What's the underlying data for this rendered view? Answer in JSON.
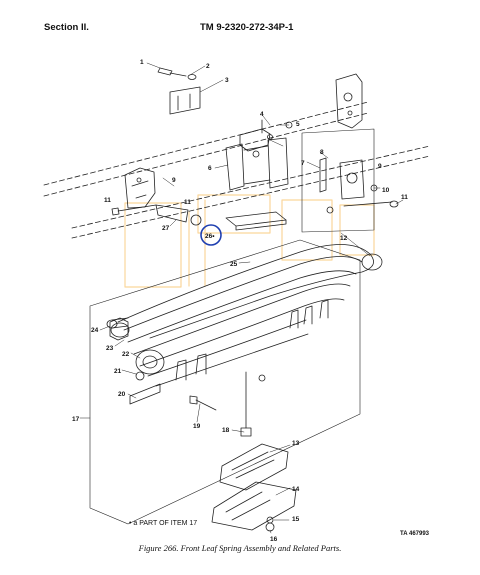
{
  "header": {
    "section": "Section II.",
    "tm": "TM  9-2320-272-34P-1"
  },
  "callouts": [
    "1",
    "2",
    "3",
    "4",
    "5",
    "6",
    "7",
    "8",
    "9",
    "10",
    "11",
    "12",
    "13",
    "14",
    "15",
    "16",
    "17",
    "18",
    "19",
    "20",
    "21",
    "22",
    "23",
    "24",
    "25",
    "26",
    "27"
  ],
  "callout_26": "26•",
  "note": "• a  PART OF ITEM 17",
  "ta_code": "TA 467993",
  "caption": "Figure 266. Front Leaf Spring Assembly and Related Parts.",
  "highlight_color": "#f5a623",
  "circle_color": "#1f3fb0"
}
